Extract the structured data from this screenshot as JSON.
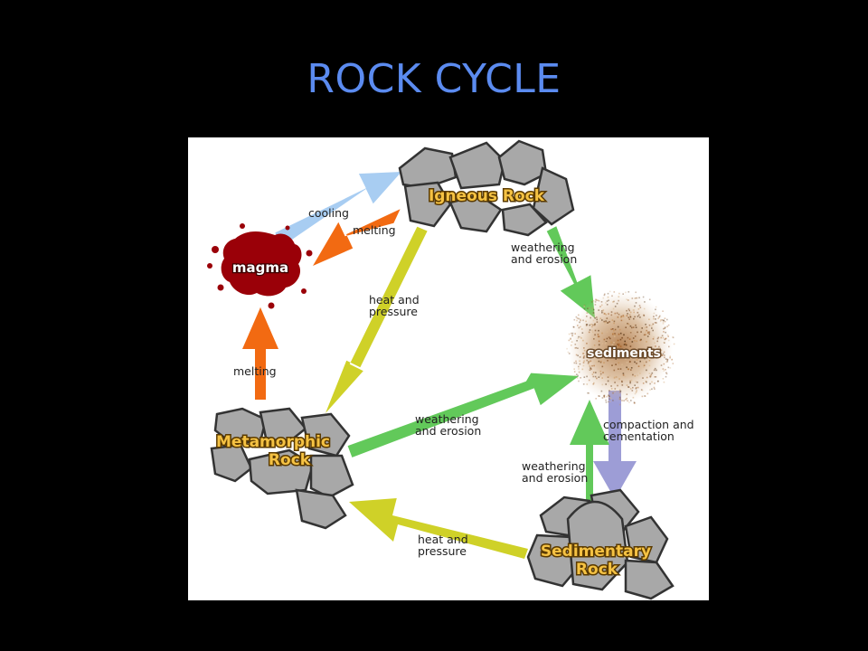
{
  "title": "ROCK CYCLE",
  "nodes": {
    "igneous": "Igneous Rock",
    "magma": "magma",
    "sediments": "sediments",
    "metamorphic_line1": "Metamorphic",
    "metamorphic_line2": "Rock",
    "sedimentary_line1": "Sedimentary",
    "sedimentary_line2": "Rock"
  },
  "edges": {
    "cooling": "cooling",
    "melting_top": "melting",
    "melting_left": "melting",
    "ig_to_sed_1": "weathering",
    "ig_to_sed_2": "and erosion",
    "ig_to_meta_1": "heat and",
    "ig_to_meta_2": "pressure",
    "meta_to_sed_1": "weathering",
    "meta_to_sed_2": "and erosion",
    "compaction_1": "compaction and",
    "compaction_2": "cementation",
    "sedrock_to_sed_1": "weathering",
    "sedrock_to_sed_2": "and erosion",
    "sedrock_to_meta_1": "heat and",
    "sedrock_to_meta_2": "pressure"
  },
  "colors": {
    "title": "#5b8bf0",
    "cooling_arrow": "#a8cdf2",
    "melting_arrow": "#f26a12",
    "weathering_arrow": "#62c95a",
    "heat_pressure_arrow": "#cfd128",
    "compaction_arrow": "#9d9dd6",
    "magma": "#9a0008",
    "rock": "#a8a8a8"
  }
}
